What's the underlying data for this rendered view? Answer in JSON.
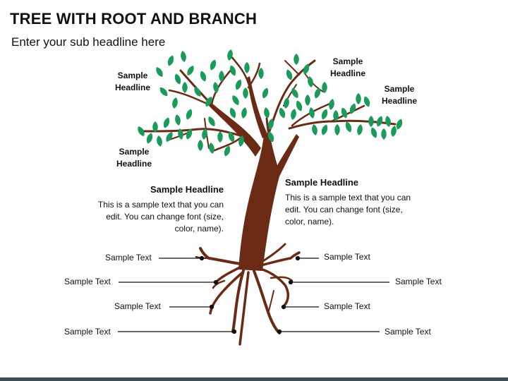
{
  "title": "TREE WITH ROOT AND BRANCH",
  "subtitle": "Enter your sub headline here",
  "branch_labels": [
    "Sample\nHeadline",
    "Sample\nHeadline",
    "Sample\nHeadline",
    "Sample\nHeadline"
  ],
  "left_block": {
    "headline": "Sample Headline",
    "body": "This is a sample text that you can edit. You can change font (size, color, name)."
  },
  "right_block": {
    "headline": "Sample Headline",
    "body": "This is a sample text that you can edit. You can change font (size, color, name)."
  },
  "root_labels": [
    "Sample Text",
    "Sample Text",
    "Sample Text",
    "Sample Text",
    "Sample Text",
    "Sample Text",
    "Sample Text",
    "Sample Text"
  ],
  "colors": {
    "trunk": "#6b2a14",
    "leaf": "#1a9b5c",
    "line": "#111111",
    "bar": "#3d4f5c"
  }
}
